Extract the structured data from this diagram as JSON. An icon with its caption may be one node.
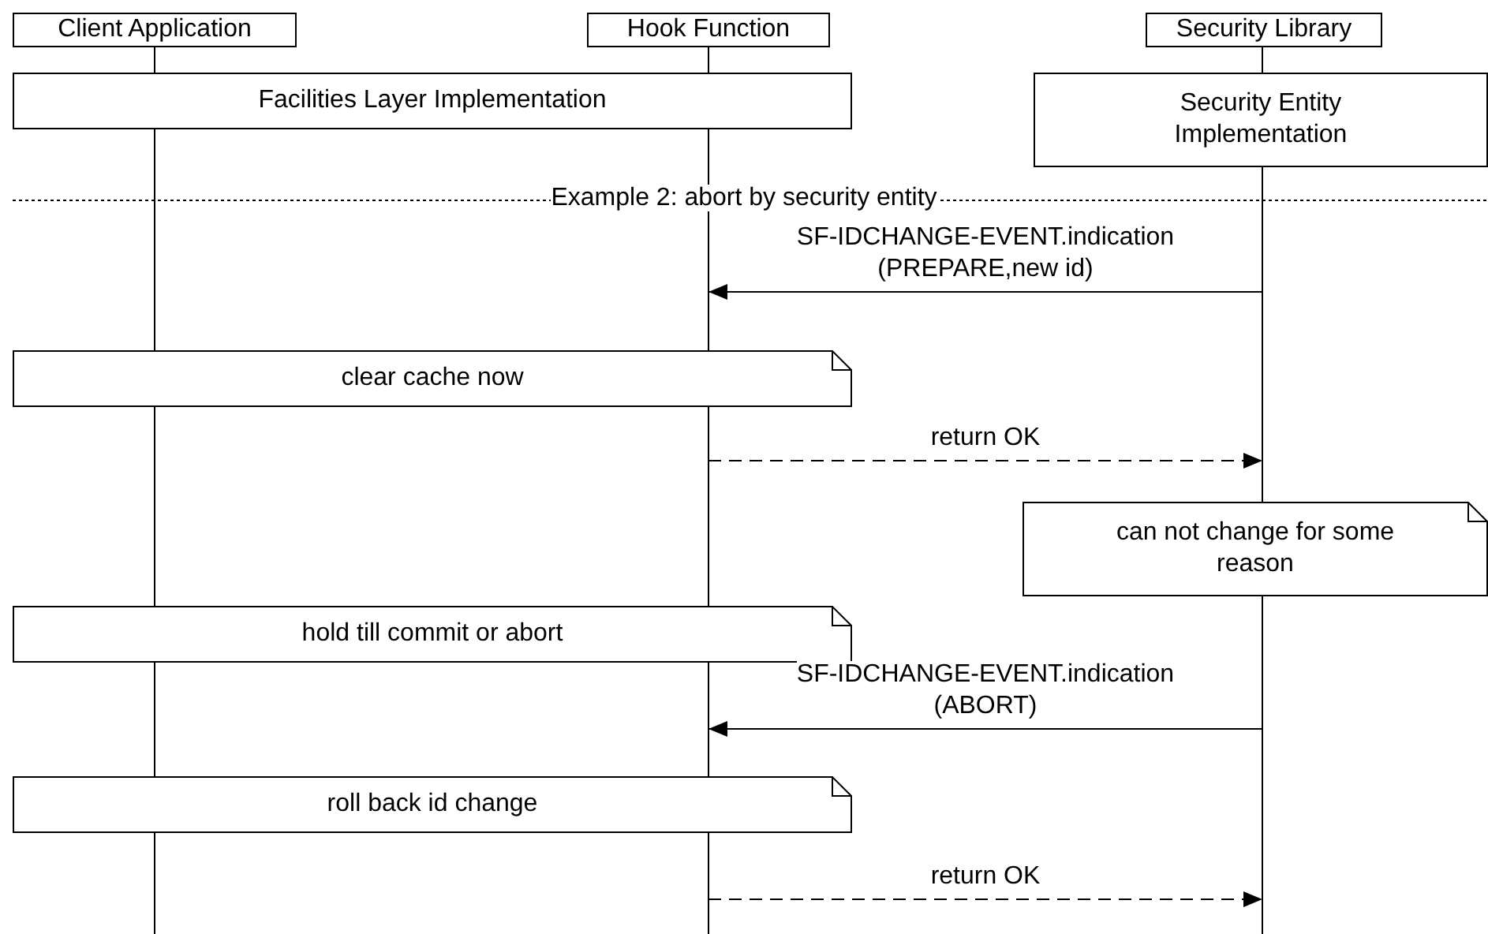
{
  "diagram": {
    "nodes": [
      {
        "text": [
          "Client Application"
        ]
      },
      {
        "text": [
          "Hook Function"
        ]
      },
      {
        "text": [
          "Security Library"
        ]
      },
      {
        "text": [
          "Facilities Layer Implementation"
        ]
      },
      {
        "text": [
          "Security Entity Implementation"
        ]
      },
      {
        "text": [
          "clear cache now"
        ]
      },
      {
        "text": [
          "can not change for some reason"
        ]
      },
      {
        "text": [
          "hold till commit or abort"
        ]
      },
      {
        "text": [
          "roll back id change"
        ]
      }
    ],
    "edges": [
      {
        "from": 2,
        "to": 1,
        "arrow": "to",
        "label": "SF-IDCHANGE-EVENT.indication (PREPARE,new id)"
      },
      {
        "from": 1,
        "to": 2,
        "arrow": "to",
        "label": "return OK",
        "style": "dashed"
      },
      {
        "from": 2,
        "to": 1,
        "arrow": "to",
        "label": "SF-IDCHANGE-EVENT.indication (ABORT)"
      },
      {
        "from": 1,
        "to": 2,
        "arrow": "to",
        "label": "return OK",
        "style": "dashed"
      }
    ],
    "labels": [
      "Example 2: abort by security entity"
    ]
  }
}
